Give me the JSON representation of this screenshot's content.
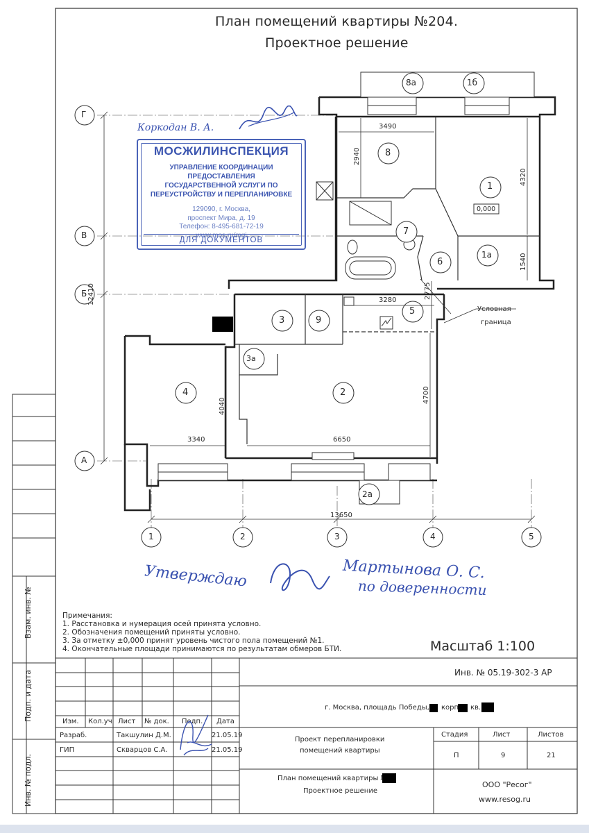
{
  "header": {
    "title_line1": "План помещений квартиры №204.",
    "title_line2": "Проектное решение"
  },
  "stamp": {
    "org": "МОСЖИЛИНСПЕКЦИЯ",
    "dept_lines": [
      "УПРАВЛЕНИЕ КООРДИНАЦИИ ПРЕДОСТАВЛЕНИЯ",
      "ГОСУДАРСТВЕННОЙ УСЛУГИ ПО",
      "ПЕРЕУСТРОЙСТВУ И ПЕРЕПЛАНИРОВКЕ"
    ],
    "address_lines": [
      "129090, г. Москва,",
      "проспект Мира, д. 19",
      "Телефон: 8-495-681-72-19",
      "www.mos.ru/mgi"
    ],
    "footer": "ДЛЯ ДОКУМЕНТОВ",
    "inspector_name": "Коркодан В. А."
  },
  "axes": {
    "rows": [
      "Г",
      "В",
      "Б",
      "А"
    ],
    "cols": [
      "1",
      "2",
      "3",
      "4",
      "5"
    ],
    "total_height": "12410",
    "total_width": "13650"
  },
  "rooms": {
    "r1": "1",
    "r1a": "1а",
    "r2": "2",
    "r2a": "2а",
    "r3": "3",
    "r3a": "3а",
    "r4": "4",
    "r5": "5",
    "r6": "6",
    "r7": "7",
    "r8": "8",
    "r8a": "8а",
    "r1b": "1б",
    "r9": "9"
  },
  "dimensions": {
    "d3490": "3490",
    "d2940": "2940",
    "d4320": "4320",
    "d1540": "1540",
    "d2775": "2775",
    "d3280": "3280",
    "d4040": "4040",
    "d4700": "4700",
    "d3340": "3340",
    "d6650": "6650"
  },
  "level_mark": "0,000",
  "boundary_label_line1": "Условная",
  "boundary_label_line2": "граница",
  "approval": {
    "line1": "Утверждаю",
    "line2": "Мартынова О. С.",
    "line3": "по доверенности"
  },
  "notes": {
    "heading": "Примечания:",
    "items": [
      "1. Расстановка и нумерация осей принята условно.",
      "2. Обозначения помещений приняты условно.",
      "3. За отметку ±0,000 принят уровень чистого пола помещений №1.",
      "4. Окончательные площади принимаются по результатам обмеров БТИ."
    ]
  },
  "scale": "Масштаб 1:100",
  "side_stamp": {
    "labels": [
      "Взам. инв. №",
      "Подп. и дата",
      "Инв. № подл."
    ]
  },
  "title_block": {
    "doc_code": "Инв. № 05.19-302-3  АР",
    "address": "г. Москва, площадь Победы, д",
    "address_korp": "корп",
    "address_kv": "кв.",
    "col_headers": [
      "Изм.",
      "Кол.уч",
      "Лист",
      "№ док.",
      "Подп.",
      "Дата"
    ],
    "rows": [
      {
        "role": "Разраб.",
        "name": "Такшулин Д.М.",
        "date": "21.05.19"
      },
      {
        "role": "ГИП",
        "name": "Скварцов С.А.",
        "date": "21.05.19"
      }
    ],
    "project_line1": "Проект перепланировки",
    "project_line2": "помещений квартиры",
    "stage_label": "Стадия",
    "sheet_label": "Лист",
    "sheets_label": "Листов",
    "stage": "П",
    "sheet": "9",
    "sheets": "21",
    "plan_line1": "План помещений квартиры №",
    "plan_line2": "Проектное решение",
    "company": "ООО \"Ресог\"",
    "website": "www.resog.ru"
  }
}
